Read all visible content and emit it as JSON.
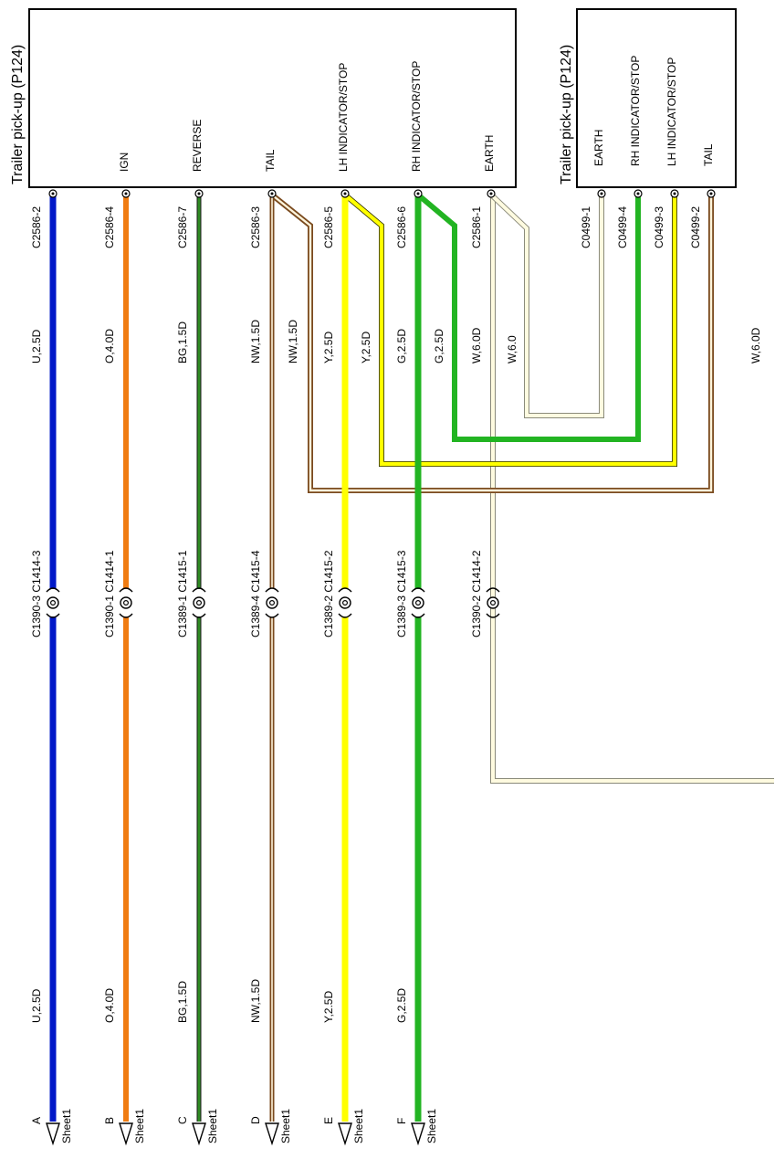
{
  "diagram": {
    "modules": [
      {
        "title": "Trailer pick-up (P124)",
        "pins": [
          "IGN",
          "REVERSE",
          "TAIL",
          "LH INDICATOR/STOP",
          "RH INDICATOR/STOP",
          "EARTH"
        ]
      },
      {
        "title": "Trailer pick-up (P124)",
        "pins": [
          "EARTH",
          "RH INDICATOR/STOP",
          "LH INDICATOR/STOP",
          "TAIL"
        ]
      }
    ],
    "wires": [
      {
        "id": "A",
        "color": "#0018c8",
        "top_connector": "C2586-2",
        "top_spec": "U,2.5D",
        "mid_connector": "C1390-3 C1414-3",
        "bottom_spec": "U,2.5D",
        "sheet": "Sheet1"
      },
      {
        "id": "B",
        "color": "#f07c12",
        "top_connector": "C2586-4",
        "top_spec": "O,4.0D",
        "mid_connector": "C1390-1 C1414-1",
        "bottom_spec": "O,4.0D",
        "sheet": "Sheet1"
      },
      {
        "id": "C",
        "color": "#2e8b22",
        "top_connector": "C2586-7",
        "top_spec": "BG,1.5D",
        "mid_connector": "C1389-1 C1415-1",
        "bottom_spec": "BG,1.5D",
        "sheet": "Sheet1"
      },
      {
        "id": "D",
        "color": "#a06a32",
        "top_connector": "C2586-3",
        "top_spec": "NW,1.5D",
        "mid_connector": "C1389-4 C1415-4",
        "bottom_spec": "NW,1.5D",
        "sheet": "Sheet1"
      },
      {
        "id": "E",
        "color": "#ffff00",
        "top_connector": "C2586-5",
        "top_spec": "Y,2.5D",
        "mid_connector": "C1389-2 C1415-2",
        "bottom_spec": "Y,2.5D",
        "sheet": "Sheet1"
      },
      {
        "id": "F",
        "color": "#22b422",
        "top_connector": "C2586-6",
        "top_spec": "G,2.5D",
        "mid_connector": "C1389-3 C1415-3",
        "bottom_spec": "G,2.5D",
        "sheet": "Sheet1"
      }
    ],
    "earth": {
      "top_connector": "C2586-1",
      "top_spec": "W,6.0D",
      "mid_connector": "C1390-2 C1414-2",
      "color": "#fffbe0"
    },
    "branch_specs": {
      "tail": "NW,1.5D",
      "lh": "Y,2.5D",
      "rh": "G,2.5D",
      "earth": "W,6.0"
    },
    "right_connectors": [
      "C0499-1",
      "C0499-4",
      "C0499-3",
      "C0499-2"
    ],
    "right_spec": "W,6.0D"
  }
}
